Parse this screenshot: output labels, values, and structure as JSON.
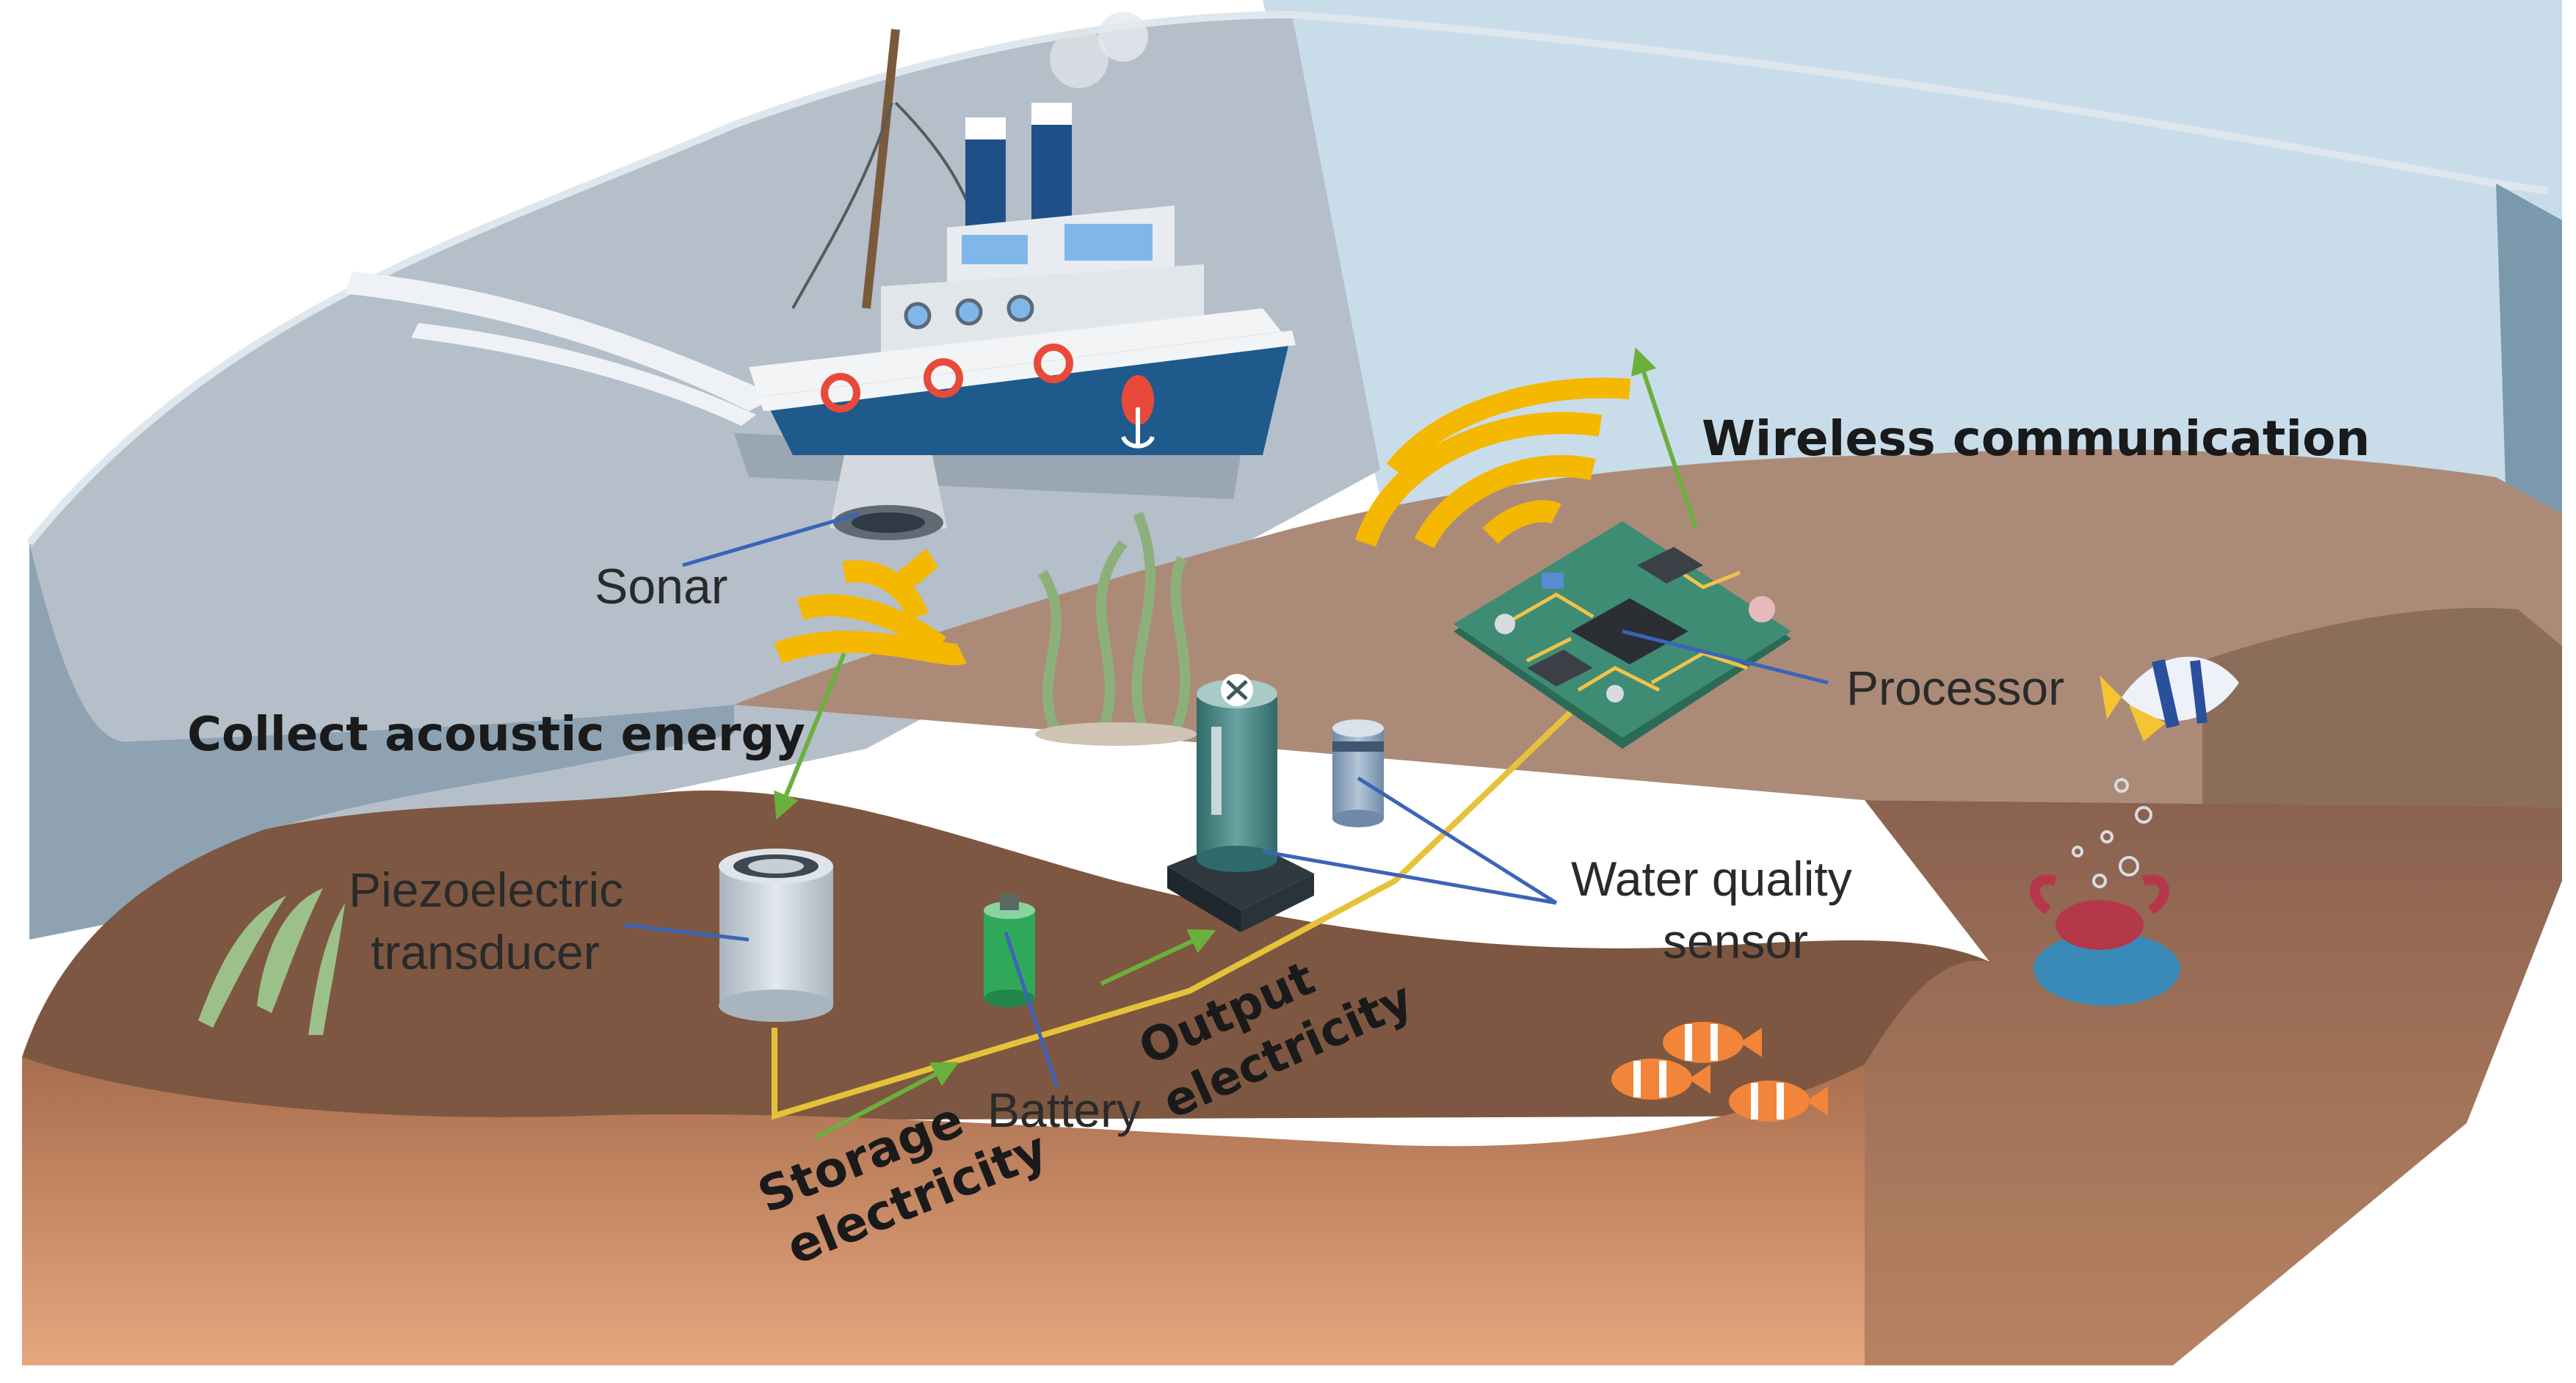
{
  "labels": {
    "sonar": "Sonar",
    "collect": "Collect acoustic energy",
    "piezo_line1": "Piezoelectric",
    "piezo_line2": "transducer",
    "battery": "Battery",
    "storage_line1": "Storage",
    "storage_line2": "electricity",
    "output_line1": "Output",
    "output_line2": "electricity",
    "water_line1": "Water quality",
    "water_line2": "sensor",
    "processor": "Processor",
    "wireless": "Wireless communication"
  },
  "colors": {
    "sea_left": "#b3bec9",
    "sea_right": "#c9dcea",
    "ground_dark": "#7c5640",
    "ground_light": "#ab8b78",
    "ground_front": "#d79c78",
    "wire": "#e6c23a",
    "wave": "#f5b800",
    "arrow": "#6bb03c",
    "pointer": "#3b64b8",
    "ship_hull": "#1f5a8c",
    "circuit_board": "#3f8c74"
  }
}
